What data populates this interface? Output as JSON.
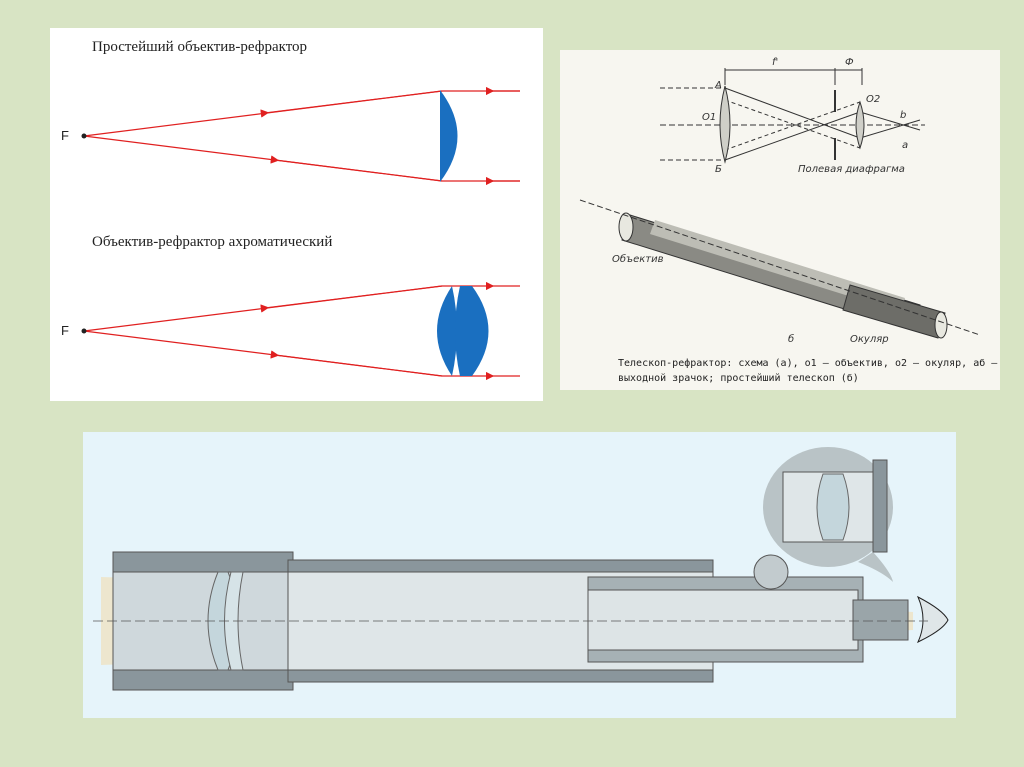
{
  "panel_a": {
    "title_simple": "Простейший объектив-рефрактор",
    "title_achromatic": "Объектив-рефрактор ахроматический",
    "focus_label": "F",
    "ray_color": "#e02020",
    "lens_color": "#1a6fc0"
  },
  "panel_b": {
    "label_f": "f'",
    "label_phi": "Ф",
    "label_A": "A",
    "label_B": "Б",
    "label_O1": "O1",
    "label_O2": "O2",
    "label_b": "b",
    "label_a": "а",
    "label_diaphragm": "Полевая диафрагма",
    "label_objective": "Объектив",
    "label_eyepiece": "Окуляр",
    "label_b_fig": "б",
    "caption": "Телескоп-рефрактор: схема (а), о1 — объектив, о2 — окуляр, аб — выходной зрачок; простейший телескоп (б)"
  },
  "panel_c": {
    "tube_color": "#8a969c",
    "bubble_color": "#b9c3c6"
  }
}
